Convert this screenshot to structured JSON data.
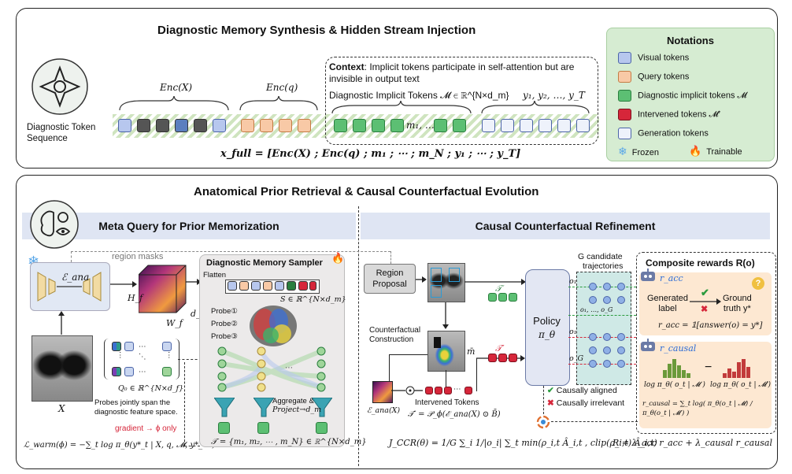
{
  "top": {
    "title": "Diagnostic Memory Synthesis & Hidden Stream Injection",
    "token_seq_label": "Diagnostic Token Sequence",
    "enc_x": "Enc(X)",
    "enc_q": "Enc(q)",
    "context_bold": "Context",
    "context_text": ": Implicit tokens participate in self-attention but are invisible in output text",
    "dit_label": "Diagnostic Implicit Tokens 𝓜 ∈ ℝ^{N×d_m}",
    "y_label": "y₁, y₂, …, y_T",
    "m_label": "m₁, …",
    "formula": "x_full = [Enc(X) ; Enc(q) ; m₁ ; ⋯ ; m_N ; y₁ ; ⋯ ; y_T]"
  },
  "notations": {
    "title": "Notations",
    "items": [
      {
        "label": "Visual tokens",
        "color": "#b7c7ee"
      },
      {
        "label": "Query tokens",
        "color": "#f8c9a6"
      },
      {
        "label": "Diagnostic implicit tokens 𝓜",
        "color": "#5cbf73"
      },
      {
        "label": "Intervened tokens 𝓜′",
        "color": "#d6263a"
      },
      {
        "label": "Generation tokens",
        "color": "#eef2fb"
      }
    ],
    "frozen": "Frozen",
    "trainable": "Trainable"
  },
  "bottom": {
    "title": "Anatomical Prior Retrieval & Causal Counterfactual Evolution",
    "left_header": "Meta Query for Prior Memorization",
    "right_header": "Causal Counterfactual Refinement",
    "region_masks": "region masks",
    "e_ana": "ℰ_ana",
    "hf": "H_f",
    "wf": "W_f",
    "df": "d_f",
    "x_label": "X",
    "q0": "Q₀ ∈ ℝ^{N×d_f}",
    "probes_note_1": "Probes jointly span the",
    "probes_note_2": "diagnostic feature space.",
    "gradient": "gradient → ϕ only",
    "warm_loss": "ℒ_warm(ϕ) = −∑_t log π_θ(y*_t | X, q, 𝓜, y*_<t)",
    "sampler_title": "Diagnostic Memory Sampler",
    "flatten": "Flatten",
    "s_label": "S ∈ ℝ^{N×d_m}",
    "probe1": "Probe①",
    "probe2": "Probe②",
    "probe3": "Probe③",
    "aggregate_1": "Aggregate &",
    "aggregate_2": "Project→d_m",
    "t_set": "𝒯 = {m₁, m₂, ⋯ , m_N} ∈ ℝ^{N×d_m}",
    "region_proposal_1": "Region",
    "region_proposal_2": "Proposal",
    "counterfactual_1": "Counterfactual",
    "counterfactual_2": "Construction",
    "m_bar": "m̄",
    "e_ana_x": "ℰ_ana(X)",
    "intervened": "Intervened Tokens",
    "t_prime_eq": "𝒯′ = 𝒫_ϕ(ℰ_ana(X) ⊙ B̄)",
    "t_sym": "𝒯",
    "t_prime_sym": "𝒯′",
    "policy": "Policy",
    "pi_theta": "π_θ",
    "g_cand_1": "G candidate",
    "g_cand_2": "trajectories",
    "o_labels": [
      "o₁",
      "o₁, …, o_G",
      "o₁",
      "o_G"
    ],
    "causally_aligned": "Causally aligned",
    "causally_irrelevant": "Causally irrelevant",
    "composite": "Composite rewards R(o)",
    "r_acc": "r_acc",
    "generated_label_1": "Generated",
    "generated_label_2": "label",
    "ground_truth_1": "Ground",
    "ground_truth_2": "truth y*",
    "r_acc_eq": "r_acc = 𝟙[answer(o) = y*]",
    "r_causal": "r_causal",
    "log_m": "log π_θ( o_t | 𝓜 )",
    "log_mp": "log π_θ( o_t | 𝓜′)",
    "r_causal_eq": "r_causal = ∑_t log( π_θ(o_t | 𝓜) / π_θ(o_t | 𝓜′) )",
    "jccr": "J_CCR(θ) = 1/G ∑_i 1/|o_i| ∑_t min(ρ_i,t Â_i,t , clip(ρ_i,t) Â_i,t)",
    "r_total": "R = λ_acc r_acc + λ_causal r_causal"
  }
}
